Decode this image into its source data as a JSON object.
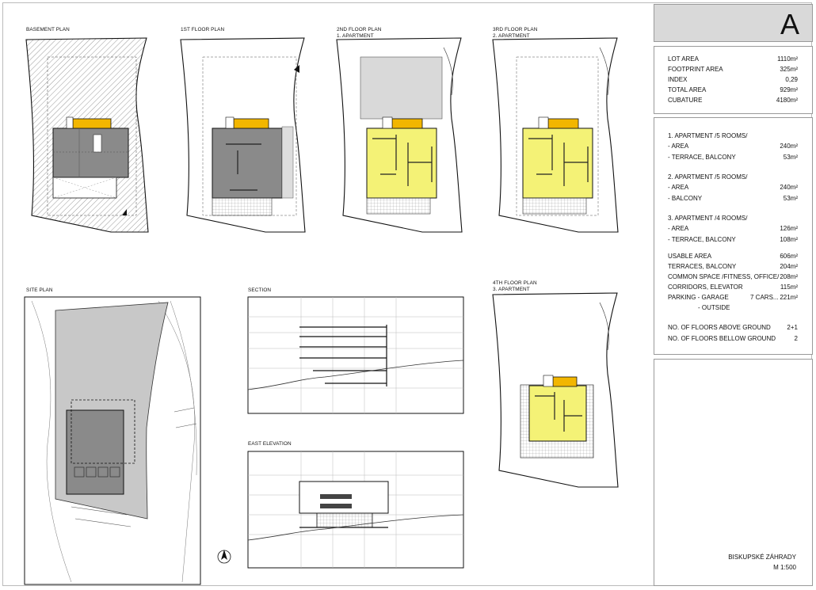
{
  "sheet_letter": "A",
  "plans": {
    "basement": [
      "BASEMENT PLAN"
    ],
    "floor1": [
      "1st FLOOR PLAN"
    ],
    "floor2": [
      "2nd FLOOR PLAN",
      "1. APARTMENT"
    ],
    "floor3": [
      "3rd FLOOR PLAN",
      "2. APARTMENT"
    ],
    "floor4": [
      "4th FLOOR PLAN",
      "3. APARTMENT"
    ],
    "site": "SITE PLAN",
    "section": "SECTION",
    "east_elevation": "EAST ELEVATION"
  },
  "stats": [
    {
      "label": "LOT AREA",
      "value": "1110m²"
    },
    {
      "label": "FOOTPRINT AREA",
      "value": "325m²"
    },
    {
      "label": "INDEX",
      "value": "0,29"
    },
    {
      "label": "TOTAL AREA",
      "value": "929m²"
    },
    {
      "label": "CUBATURE",
      "value": "4180m²"
    }
  ],
  "apartments": [
    {
      "label": "1. APARTMENT /5 ROOMS/",
      "value": ""
    },
    {
      "label": "- AREA",
      "value": "240m²"
    },
    {
      "label": "- TERRACE, BALCONY",
      "value": "53m²"
    },
    {
      "label": "2. APARTMENT /5 ROOMS/",
      "value": ""
    },
    {
      "label": "- AREA",
      "value": "240m²"
    },
    {
      "label": "- BALCONY",
      "value": "53m²"
    },
    {
      "label": "3. APARTMENT /4 ROOMS/",
      "value": ""
    },
    {
      "label": "- AREA",
      "value": "126m²"
    },
    {
      "label": "- TERRACE, BALCONY",
      "value": "108m²"
    },
    {
      "label": "USABLE AREA",
      "value": "606m²"
    },
    {
      "label": "TERRACES, BALCONY",
      "value": "204m²"
    },
    {
      "label": "COMMON SPACE /FITNESS, OFFICE/",
      "value": "208m²"
    },
    {
      "label": "CORRIDORS, ELEVATOR",
      "value": "115m²"
    },
    {
      "label": "PARKING - GARAGE",
      "label2": "7 CARS...",
      "value": "221m²"
    },
    {
      "label": "- OUTSIDE",
      "value": ""
    },
    {
      "label": "NO. OF FLOORS ABOVE GROUND",
      "value": "2+1"
    },
    {
      "label": "NO. OF FLOORS BELLOW GROUND",
      "value": "2"
    }
  ],
  "project": {
    "name": "BISKUPSKÉ ZÁHRADY",
    "scale": "M 1:500"
  },
  "colors": {
    "apartment_fill": "#f4f276",
    "core_fill": "#f2b600",
    "ground_fill": "#808080",
    "panel_grey": "#d9d9d9"
  }
}
